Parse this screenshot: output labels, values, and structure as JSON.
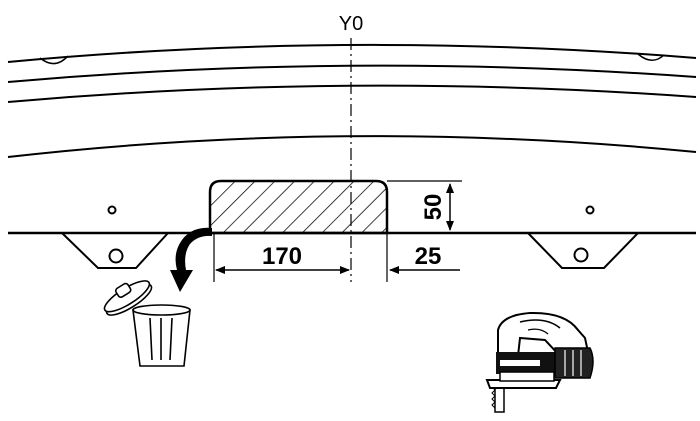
{
  "axis_label": "Y0",
  "dimensions": {
    "height": "50",
    "width": "170",
    "offset": "25"
  },
  "icons": [
    "trash-bin-icon",
    "jigsaw-icon",
    "discard-arrow-icon"
  ]
}
